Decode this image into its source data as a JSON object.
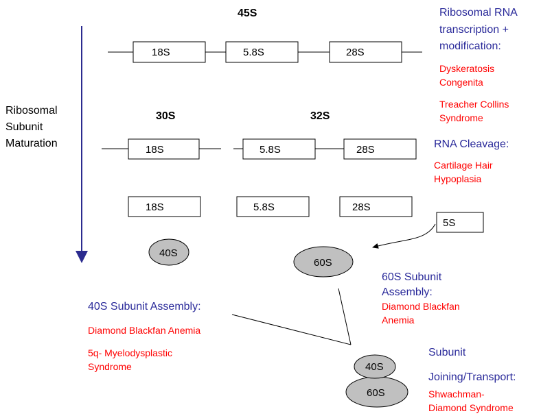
{
  "colors": {
    "category_blue": "#2a2a9a",
    "disease_red": "#ff0000",
    "arrow_navy": "#2b2b8f",
    "oval_fill": "#c0c0c0"
  },
  "axis": {
    "label_lines": [
      "Ribosomal",
      "Subunit",
      "Maturation"
    ]
  },
  "precursors": {
    "p45": "45S",
    "p30": "30S",
    "p32": "32S"
  },
  "segments": {
    "s18": "18S",
    "s58": "5.8S",
    "s28": "28S",
    "s5": "5S"
  },
  "subunits": {
    "u40": "40S",
    "u60": "60S"
  },
  "categories": {
    "transcription": {
      "lines": [
        "Ribosomal RNA",
        "transcription +",
        "modification:"
      ],
      "diseases": [
        [
          "Dyskeratosis",
          "Congenita"
        ],
        [
          "Treacher Collins",
          "Syndrome"
        ]
      ]
    },
    "cleavage": {
      "lines": [
        "RNA Cleavage:"
      ],
      "diseases": [
        [
          "Cartilage Hair",
          "Hypoplasia"
        ]
      ]
    },
    "assembly60": {
      "lines": [
        "60S Subunit",
        "Assembly:"
      ],
      "diseases": [
        [
          "Diamond Blackfan",
          "Anemia"
        ]
      ]
    },
    "assembly40": {
      "lines": [
        "40S Subunit Assembly:"
      ],
      "diseases": [
        [
          "Diamond Blackfan Anemia"
        ],
        [
          "5q- Myelodysplastic",
          "Syndrome"
        ]
      ]
    },
    "joining": {
      "lines": [
        "Subunit",
        "Joining/Transport:"
      ],
      "diseases": [
        [
          "Shwachman-",
          "Diamond Syndrome"
        ]
      ]
    }
  }
}
